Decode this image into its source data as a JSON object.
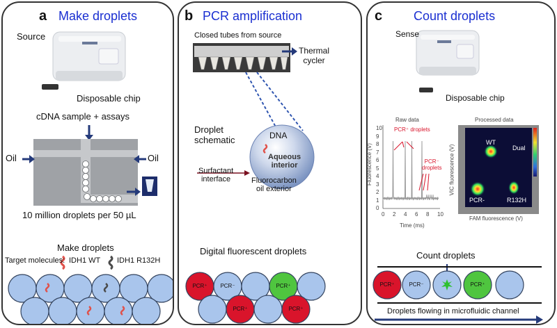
{
  "panel_a": {
    "letter": "a",
    "title": "Make droplets",
    "source_label": "Source",
    "chip_label": "Disposable chip",
    "sample_label": "cDNA sample + assays",
    "oil_left": "Oil",
    "oil_right": "Oil",
    "count_label": "10 million droplets per 50 µL",
    "make_label": "Make droplets",
    "targets_label": "Target molecules:",
    "wt_label": "IDH1 WT",
    "mut_label": "IDH1 R132H"
  },
  "panel_b": {
    "letter": "b",
    "title": "PCR amplification",
    "tubes_label": "Closed tubes from source",
    "thermal_label": "Thermal\ncycler",
    "schematic_label": "Droplet\nschematic",
    "dna_label": "DNA",
    "aqueous_label": "Aqueous\ninterior",
    "surfactant_label": "Surfactant\ninterface",
    "fluoro_label": "Fluorocarbon\noil exterior",
    "digital_label": "Digital fluorescent droplets",
    "droplets_top": [
      "PCR⁺",
      "PCR⁻",
      "",
      "PCR⁺",
      ""
    ],
    "droplets_bottom": [
      "",
      "PCR⁺",
      "",
      "PCR⁺"
    ]
  },
  "panel_c": {
    "letter": "c",
    "title": "Count droplets",
    "sense_label": "Sense",
    "chip_label": "Disposable chip",
    "raw_title": "Raw data",
    "pos_label": "PCR⁺ droplets",
    "neg_label": "PCR⁻\ndroplets",
    "ylabel": "Fluorescence (V)",
    "xlabel": "Time (ms)",
    "yticks": [
      "0",
      "1",
      "2",
      "3",
      "4",
      "5",
      "6",
      "7",
      "8",
      "9",
      "10"
    ],
    "xticks": [
      "0",
      "2",
      "4",
      "6",
      "8",
      "10"
    ],
    "processed_title": "Processed data",
    "wt": "WT",
    "dual": "Dual",
    "pcrneg": "PCR-",
    "r132h": "R132H",
    "vic_label": "VIC fluorescence (V)",
    "fam_label": "FAM fluorescence (V)",
    "count_label": "Count droplets",
    "flow_label": "Droplets flowing in microfluidic channel",
    "droplets": [
      "PCR⁺",
      "PCR⁻",
      "",
      "PCR⁺",
      ""
    ]
  },
  "colors": {
    "title_blue": "#1a2fd1",
    "droplet_blue": "#a9c5ec",
    "pcr_positive_red": "#d9142b",
    "pcr_positive_green": "#4fc53f",
    "arrow_navy": "#243a7a"
  }
}
